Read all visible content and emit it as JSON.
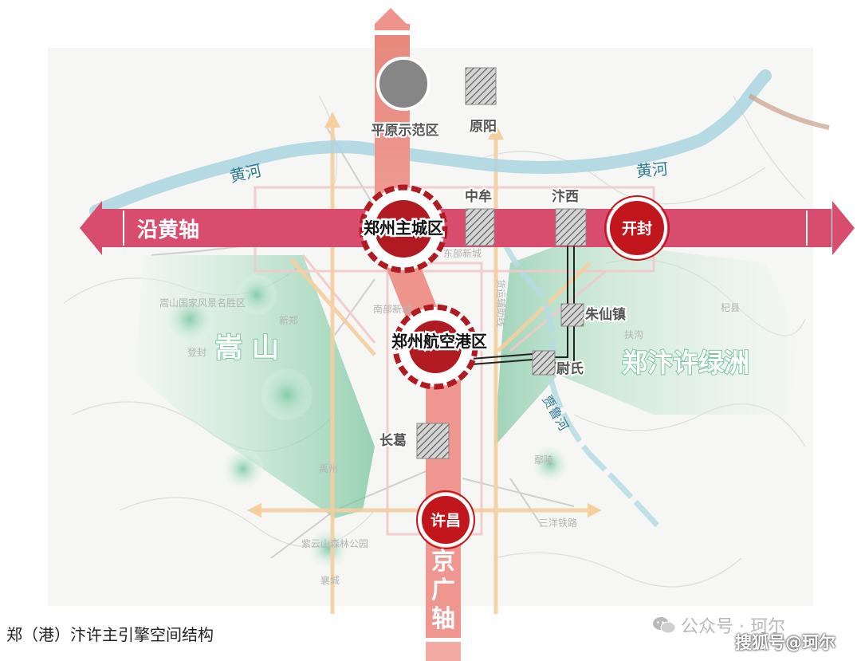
{
  "caption": "郑（港）汴许主引擎空间结构",
  "watermark": {
    "account": "公众号 · 珂尔",
    "site": "搜狐号@珂尔"
  },
  "axes": {
    "east_west": "沿黄轴",
    "north_south": "京广轴"
  },
  "rivers": {
    "yellow_river_west": "黄河",
    "yellow_river_east": "黄河",
    "jialu_river": "贾鲁河"
  },
  "nodes": {
    "zhengzhou_core": "郑州主城区",
    "airport_zone": "郑州航空港区",
    "kaifeng": "开封",
    "xuchang": "许昌",
    "pingyuan": "平原示范区",
    "yuanyang": "原阳",
    "zhongmu": "中牟",
    "bianxi": "汴西",
    "zhuxianzhen": "朱仙镇",
    "weishi": "尉氏",
    "changge": "长葛"
  },
  "regions": {
    "songshan": "嵩 山",
    "green_oasis": "郑汴许绿洲"
  },
  "faint_labels": {
    "dongbu": "东部新城",
    "nanbu": "南部新城",
    "huoyun": "货运辅助线",
    "sanyang": "三洋铁路",
    "yuzhou": "禹州",
    "dengfeng": "登封",
    "xinzheng": "新郑",
    "qixian": "杞县",
    "xiangcheng": "襄城",
    "ziyun": "紫云山森林公园",
    "songshan_park": "嵩山国家风景名胜区",
    "fugou": "扶沟",
    "yanling": "鄢陵"
  },
  "colors": {
    "axis_red": "#d9506e",
    "axis_pink": "#f0b1ad",
    "node_red": "#c1161c",
    "gray_node": "#8a8a8a",
    "green": "#5ab890",
    "river": "#a8d4df"
  }
}
